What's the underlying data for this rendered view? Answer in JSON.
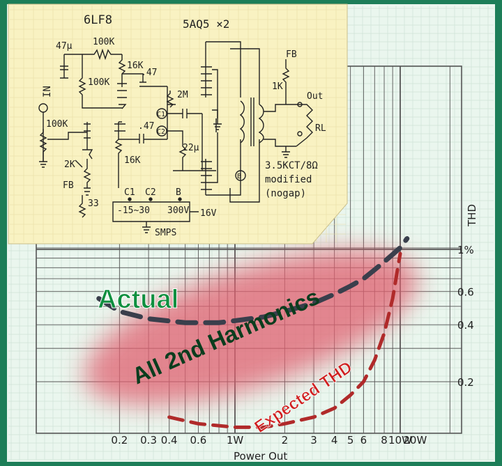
{
  "colors": {
    "frame": "#1d7e58",
    "paper": "#eaf6ee",
    "note": "#f9f2c2",
    "grid": "#555555",
    "actual": "#3a3f4c",
    "expected": "#b02a2a",
    "blob": "#e06070",
    "label_green": "#0f8f3f",
    "label_dark": "#0b3d1e",
    "label_red": "#cf2020"
  },
  "schematic": {
    "tube1": "6LF8",
    "tube2": "5AQ5 ×2",
    "cap_in": "47μ",
    "r_top": "100K",
    "r_plate": "16K",
    "r_mid": "100K",
    "cap1": ".47",
    "r_2m": "2M",
    "input": "IN",
    "pot": "100K",
    "c1_circ": "C1",
    "c2_circ": "C2",
    "cap2": ".47",
    "cap_22": "22μ",
    "r_16k2": "16K",
    "r_2k": "2K",
    "fb1": "FB",
    "r_33": "33",
    "fb2": "FB",
    "r_1k": "1K",
    "out": "Out",
    "rl": "RL",
    "b_circ": "B",
    "xfmr1": "3.5KCT/8Ω",
    "xfmr2": "modified",
    "xfmr3": "(nogap)",
    "sup_c1": "C1",
    "sup_c2": "C2",
    "sup_b": "B",
    "sup_range": "-15~30",
    "sup_v": "300V",
    "sup_16": "16V",
    "smps": "SMPS"
  },
  "chart_data": {
    "type": "line",
    "x_scale": "log",
    "y_scale": "log",
    "xlabel": "Power Out",
    "ylabel": "THD",
    "x_ticks": [
      "0.2",
      "0.3",
      "0.4",
      "0.6",
      "1W",
      "2",
      "3",
      "4",
      "5",
      "6",
      "8",
      "10W",
      "20W"
    ],
    "y_ticks": [
      "1%",
      "0.6",
      "0.4",
      "0.2"
    ],
    "series": [
      {
        "name": "Actual",
        "style": "dashed",
        "x": [
          0.15,
          0.2,
          0.3,
          0.5,
          0.8,
          1.0,
          1.5,
          2,
          3,
          4,
          5,
          6,
          7,
          8,
          9,
          10,
          11
        ],
        "y": [
          0.55,
          0.47,
          0.43,
          0.41,
          0.41,
          0.42,
          0.44,
          0.47,
          0.52,
          0.58,
          0.64,
          0.7,
          0.78,
          0.86,
          0.94,
          1.02,
          1.14
        ]
      },
      {
        "name": "Expected THD",
        "style": "dashed",
        "x": [
          0.4,
          0.6,
          1.0,
          1.5,
          2,
          3,
          4,
          5,
          6,
          7,
          8,
          9,
          10
        ],
        "y": [
          0.13,
          0.12,
          0.115,
          0.115,
          0.12,
          0.13,
          0.145,
          0.17,
          0.2,
          0.26,
          0.36,
          0.55,
          0.95
        ]
      }
    ],
    "annotations": {
      "actual": "Actual",
      "harmonics": "All 2nd Harmonics",
      "expected": "Expected THD"
    }
  }
}
